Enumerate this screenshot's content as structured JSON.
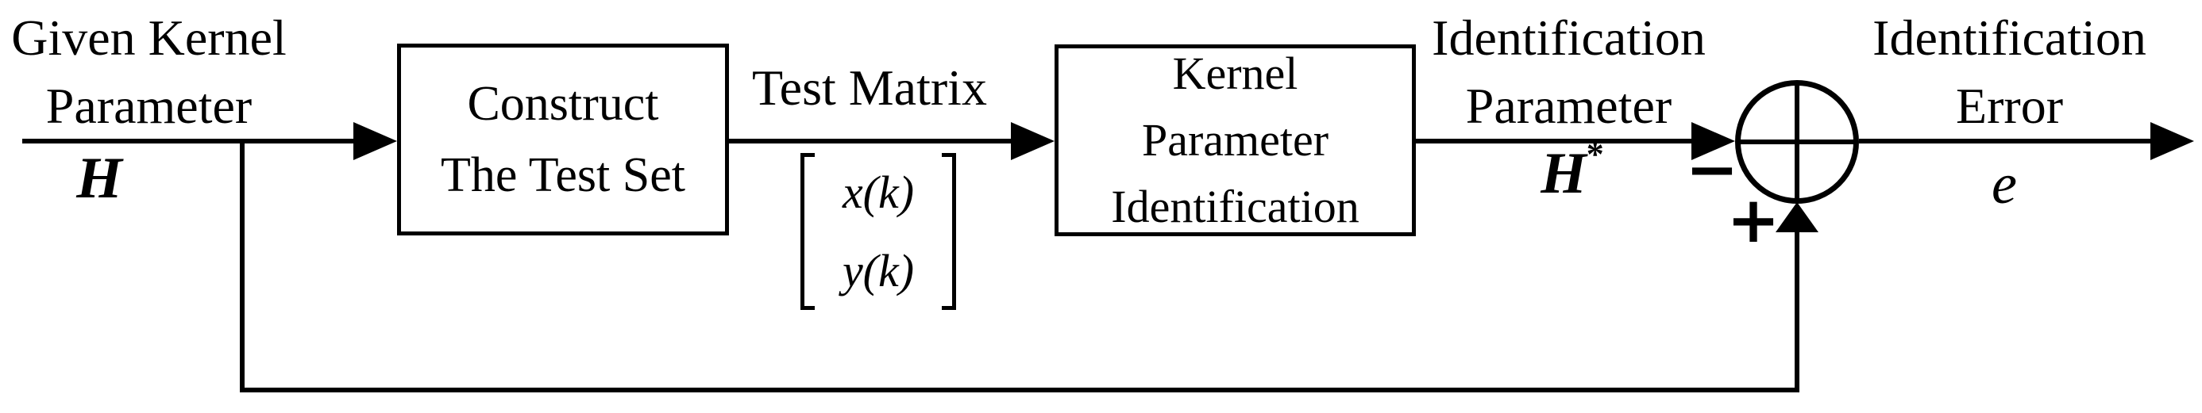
{
  "diagram": {
    "input_label": {
      "line1": "Given Kernel",
      "line2": "Parameter",
      "symbol": "H"
    },
    "box1": {
      "line1": "Construct",
      "line2": "The Test Set"
    },
    "signal1": {
      "label": "Test Matrix",
      "matrix_rows": [
        "x(k)",
        "y(k)"
      ]
    },
    "box2": {
      "line1": "Kernel",
      "line2": "Parameter",
      "line3": "Identification"
    },
    "signal2": {
      "line1": "Identification",
      "line2": "Parameter",
      "symbol": "H",
      "superscript": "*"
    },
    "sum_junction": {
      "minus": "−",
      "plus": "+"
    },
    "output_label": {
      "line1": "Identification",
      "line2": "Error",
      "symbol": "e"
    }
  },
  "colors": {
    "line": "#000000",
    "background": "#ffffff"
  }
}
